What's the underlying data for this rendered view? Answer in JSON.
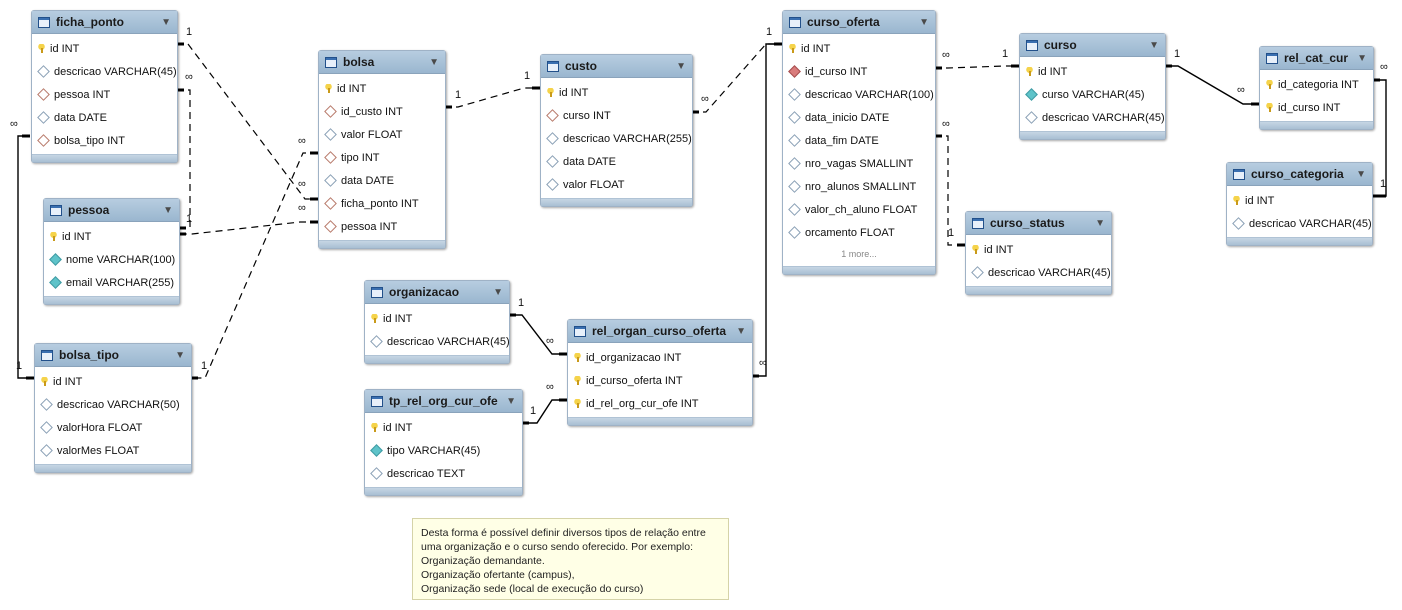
{
  "tables": {
    "ficha_ponto": {
      "name": "ficha_ponto",
      "fields": [
        "id INT",
        "descricao VARCHAR(45)",
        "pessoa INT",
        "data DATE",
        "bolsa_tipo INT"
      ]
    },
    "pessoa": {
      "name": "pessoa",
      "fields": [
        "id INT",
        "nome VARCHAR(100)",
        "email VARCHAR(255)"
      ]
    },
    "bolsa_tipo": {
      "name": "bolsa_tipo",
      "fields": [
        "id INT",
        "descricao VARCHAR(50)",
        "valorHora FLOAT",
        "valorMes FLOAT"
      ]
    },
    "bolsa": {
      "name": "bolsa",
      "fields": [
        "id INT",
        "id_custo INT",
        "valor FLOAT",
        "tipo INT",
        "data DATE",
        "ficha_ponto INT",
        "pessoa INT"
      ]
    },
    "custo": {
      "name": "custo",
      "fields": [
        "id INT",
        "curso INT",
        "descricao VARCHAR(255)",
        "data DATE",
        "valor FLOAT"
      ]
    },
    "organizacao": {
      "name": "organizacao",
      "fields": [
        "id INT",
        "descricao VARCHAR(45)"
      ]
    },
    "tp_rel_org_cur_ofe": {
      "name": "tp_rel_org_cur_ofe",
      "fields": [
        "id INT",
        "tipo VARCHAR(45)",
        "descricao TEXT"
      ]
    },
    "rel_organ_curso_oferta": {
      "name": "rel_organ_curso_oferta",
      "fields": [
        "id_organizacao INT",
        "id_curso_oferta INT",
        "id_rel_org_cur_ofe INT"
      ]
    },
    "curso_oferta": {
      "name": "curso_oferta",
      "fields": [
        "id INT",
        "id_curso INT",
        "descricao VARCHAR(100)",
        "data_inicio DATE",
        "data_fim DATE",
        "nro_vagas SMALLINT",
        "nro_alunos SMALLINT",
        "valor_ch_aluno FLOAT",
        "orcamento FLOAT"
      ],
      "more": "1 more..."
    },
    "curso": {
      "name": "curso",
      "fields": [
        "id INT",
        "curso VARCHAR(45)",
        "descricao VARCHAR(45)"
      ]
    },
    "curso_status": {
      "name": "curso_status",
      "fields": [
        "id INT",
        "descricao VARCHAR(45)"
      ]
    },
    "rel_cat_cur": {
      "name": "rel_cat_cur",
      "fields": [
        "id_categoria INT",
        "id_curso INT"
      ]
    },
    "curso_categoria": {
      "name": "curso_categoria",
      "fields": [
        "id INT",
        "descricao VARCHAR(45)"
      ]
    }
  },
  "cardinality": {
    "one": "1",
    "many": "∞"
  },
  "note": {
    "lines": [
      "Desta forma é possível definir diversos tipos de relação entre",
      "uma organização e o curso sendo oferecido. Por exemplo:",
      "Organização demandante.",
      "Organização ofertante (campus),",
      "Organização sede (local de execução do curso)"
    ]
  },
  "colors": {
    "header": "#9ab6cf",
    "note_bg": "#ffffe6",
    "line": "#000000"
  }
}
